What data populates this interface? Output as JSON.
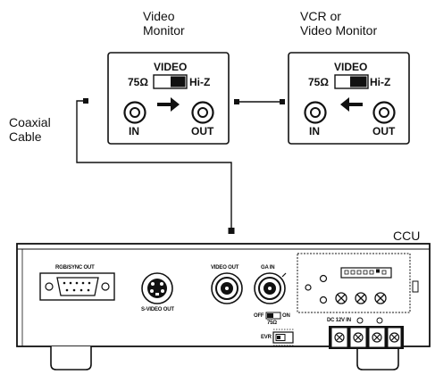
{
  "device1": {
    "title_line1": "Video",
    "title_line2": "Monitor",
    "panel_title": "VIDEO",
    "switch_left": "75Ω",
    "switch_right": "Hi-Z",
    "in_label": "IN",
    "out_label": "OUT"
  },
  "device2": {
    "title_line1": "VCR or",
    "title_line2": "Video Monitor",
    "panel_title": "VIDEO",
    "switch_left": "75Ω",
    "switch_right": "Hi-Z",
    "in_label": "IN",
    "out_label": "OUT"
  },
  "cable": {
    "line1": "Coaxial",
    "line2": "Cable"
  },
  "ccu": {
    "name": "CCU",
    "rgb_label": "RGB/SYNC OUT",
    "svideo_label": "S-VIDEO OUT",
    "video_out_label": "VIDEO OUT",
    "ga_in_label": "GA IN",
    "off_label": "OFF",
    "on_label": "ON",
    "ohm_label": "75Ω",
    "dc_label": "DC 12V IN",
    "evr_label": "EVR"
  }
}
